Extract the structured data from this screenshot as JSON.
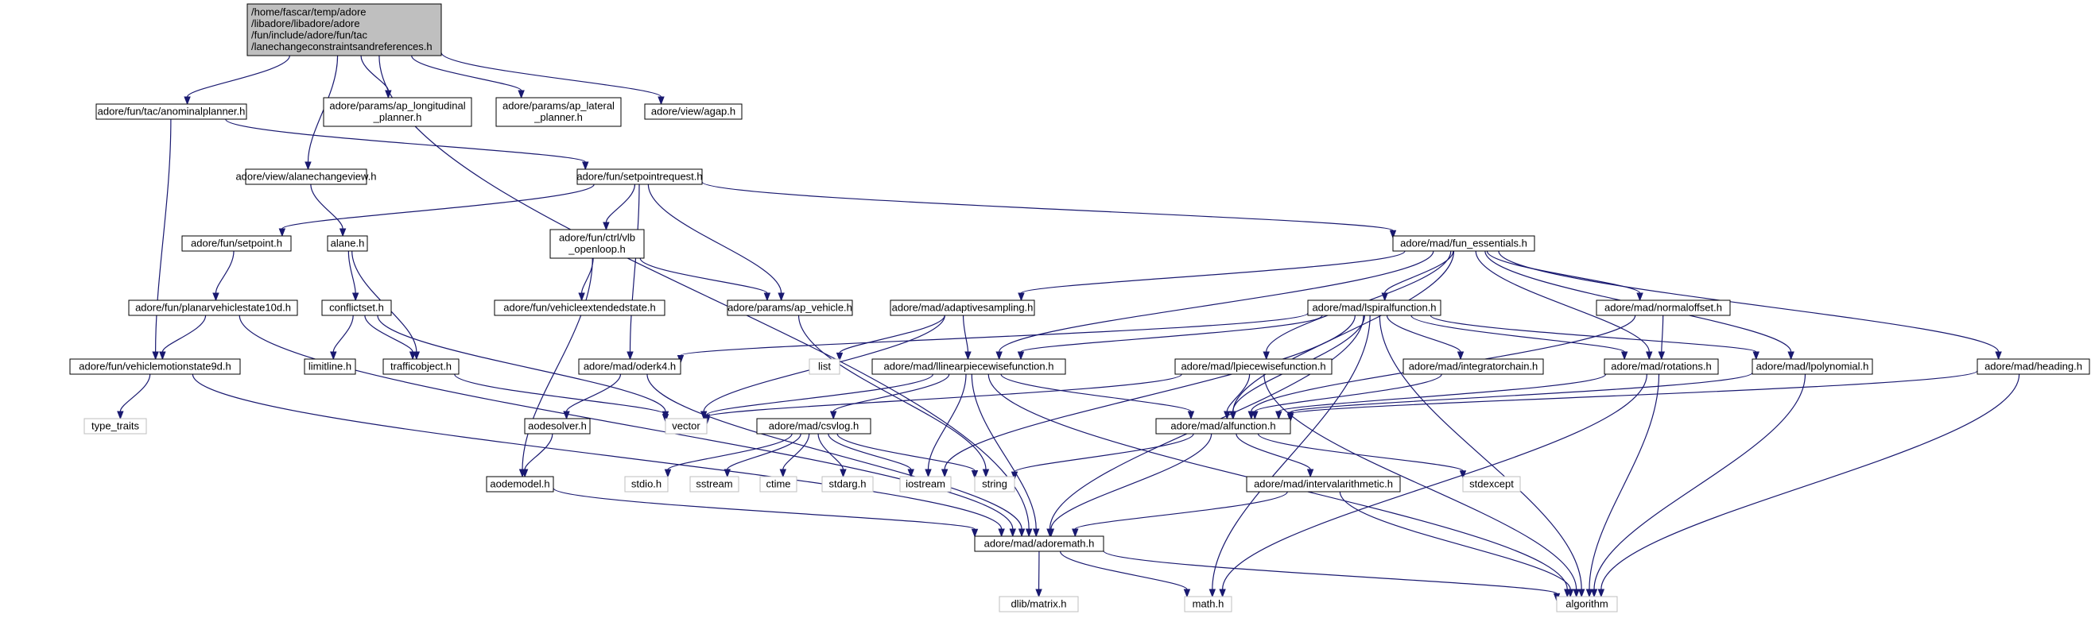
{
  "diagram": {
    "type": "include-dependency-graph",
    "colors": {
      "edge": "#191970",
      "root_fill": "#bfbfbf",
      "node_border": "#000000",
      "external_border": "#bfbfbf"
    },
    "nodes": [
      {
        "id": "root",
        "kind": "root",
        "lines": [
          "/home/fascar/temp/adore",
          "/libadore/libadore/adore",
          "/fun/include/adore/fun/tac",
          "/lanechangeconstraintsandreferences.h"
        ]
      },
      {
        "id": "anominalplanner",
        "kind": "file",
        "lines": [
          "adore/fun/tac/anominalplanner.h"
        ]
      },
      {
        "id": "ap_longitudinal",
        "kind": "file",
        "lines": [
          "adore/params/ap_longitudinal",
          "_planner.h"
        ]
      },
      {
        "id": "ap_lateral",
        "kind": "file",
        "lines": [
          "adore/params/ap_lateral",
          "_planner.h"
        ]
      },
      {
        "id": "agap",
        "kind": "file",
        "lines": [
          "adore/view/agap.h"
        ]
      },
      {
        "id": "alanechangeview",
        "kind": "file",
        "lines": [
          "adore/view/alanechangeview.h"
        ]
      },
      {
        "id": "setpointrequest",
        "kind": "file",
        "lines": [
          "adore/fun/setpointrequest.h"
        ]
      },
      {
        "id": "setpoint",
        "kind": "file",
        "lines": [
          "adore/fun/setpoint.h"
        ]
      },
      {
        "id": "alane",
        "kind": "file",
        "lines": [
          "alane.h"
        ]
      },
      {
        "id": "vlb_openloop",
        "kind": "file",
        "lines": [
          "adore/fun/ctrl/vlb",
          "_openloop.h"
        ]
      },
      {
        "id": "fun_essentials",
        "kind": "file",
        "lines": [
          "adore/mad/fun_essentials.h"
        ]
      },
      {
        "id": "planarvehiclestate10d",
        "kind": "file",
        "lines": [
          "adore/fun/planarvehiclestate10d.h"
        ]
      },
      {
        "id": "conflictset",
        "kind": "file",
        "lines": [
          "conflictset.h"
        ]
      },
      {
        "id": "vehicleextendedstate",
        "kind": "file",
        "lines": [
          "adore/fun/vehicleextendedstate.h"
        ]
      },
      {
        "id": "ap_vehicle",
        "kind": "file",
        "lines": [
          "adore/params/ap_vehicle.h"
        ]
      },
      {
        "id": "adaptivesampling",
        "kind": "file",
        "lines": [
          "adore/mad/adaptivesampling.h"
        ]
      },
      {
        "id": "lspiralfunction",
        "kind": "file",
        "lines": [
          "adore/mad/lspiralfunction.h"
        ]
      },
      {
        "id": "normaloffset",
        "kind": "file",
        "lines": [
          "adore/mad/normaloffset.h"
        ]
      },
      {
        "id": "vehiclemotionstate9d",
        "kind": "file",
        "lines": [
          "adore/fun/vehiclemotionstate9d.h"
        ]
      },
      {
        "id": "limitline",
        "kind": "file",
        "lines": [
          "limitline.h"
        ]
      },
      {
        "id": "trafficobject",
        "kind": "file",
        "lines": [
          "trafficobject.h"
        ]
      },
      {
        "id": "oderk4",
        "kind": "file",
        "lines": [
          "adore/mad/oderk4.h"
        ]
      },
      {
        "id": "list",
        "kind": "ext",
        "lines": [
          "list"
        ]
      },
      {
        "id": "llinearpiecewisefunction",
        "kind": "file",
        "lines": [
          "adore/mad/llinearpiecewisefunction.h"
        ]
      },
      {
        "id": "lpiecewisefunction",
        "kind": "file",
        "lines": [
          "adore/mad/lpiecewisefunction.h"
        ]
      },
      {
        "id": "integratorchain",
        "kind": "file",
        "lines": [
          "adore/mad/integratorchain.h"
        ]
      },
      {
        "id": "rotations",
        "kind": "file",
        "lines": [
          "adore/mad/rotations.h"
        ]
      },
      {
        "id": "lpolynomial",
        "kind": "file",
        "lines": [
          "adore/mad/lpolynomial.h"
        ]
      },
      {
        "id": "heading",
        "kind": "file",
        "lines": [
          "adore/mad/heading.h"
        ]
      },
      {
        "id": "type_traits",
        "kind": "ext",
        "lines": [
          "type_traits"
        ]
      },
      {
        "id": "vector",
        "kind": "ext",
        "lines": [
          "vector"
        ]
      },
      {
        "id": "aodesolver",
        "kind": "file",
        "lines": [
          "aodesolver.h"
        ]
      },
      {
        "id": "csvlog",
        "kind": "file",
        "lines": [
          "adore/mad/csvlog.h"
        ]
      },
      {
        "id": "alfunction",
        "kind": "file",
        "lines": [
          "adore/mad/alfunction.h"
        ]
      },
      {
        "id": "aodemodel",
        "kind": "file",
        "lines": [
          "aodemodel.h"
        ]
      },
      {
        "id": "stdio",
        "kind": "ext",
        "lines": [
          "stdio.h"
        ]
      },
      {
        "id": "sstream",
        "kind": "ext",
        "lines": [
          "sstream"
        ]
      },
      {
        "id": "ctime",
        "kind": "ext",
        "lines": [
          "ctime"
        ]
      },
      {
        "id": "stdarg",
        "kind": "ext",
        "lines": [
          "stdarg.h"
        ]
      },
      {
        "id": "iostream",
        "kind": "ext",
        "lines": [
          "iostream"
        ]
      },
      {
        "id": "string",
        "kind": "ext",
        "lines": [
          "string"
        ]
      },
      {
        "id": "intervalarithmetic",
        "kind": "file",
        "lines": [
          "adore/mad/intervalarithmetic.h"
        ]
      },
      {
        "id": "stdexcept",
        "kind": "ext",
        "lines": [
          "stdexcept"
        ]
      },
      {
        "id": "adoremath",
        "kind": "file",
        "lines": [
          "adore/mad/adoremath.h"
        ]
      },
      {
        "id": "dlib_matrix",
        "kind": "ext",
        "lines": [
          "dlib/matrix.h"
        ]
      },
      {
        "id": "math",
        "kind": "ext",
        "lines": [
          "math.h"
        ]
      },
      {
        "id": "algorithm",
        "kind": "ext",
        "lines": [
          "algorithm"
        ]
      }
    ],
    "edges": [
      [
        "root",
        "anominalplanner"
      ],
      [
        "root",
        "ap_longitudinal"
      ],
      [
        "root",
        "ap_lateral"
      ],
      [
        "root",
        "agap"
      ],
      [
        "root",
        "alanechangeview"
      ],
      [
        "root",
        "adoremath"
      ],
      [
        "anominalplanner",
        "setpointrequest"
      ],
      [
        "anominalplanner",
        "vehiclemotionstate9d"
      ],
      [
        "alanechangeview",
        "alane"
      ],
      [
        "setpointrequest",
        "setpoint"
      ],
      [
        "setpointrequest",
        "vlb_openloop"
      ],
      [
        "setpointrequest",
        "oderk4"
      ],
      [
        "setpointrequest",
        "ap_vehicle"
      ],
      [
        "setpointrequest",
        "fun_essentials"
      ],
      [
        "setpoint",
        "planarvehiclestate10d"
      ],
      [
        "planarvehiclestate10d",
        "vehiclemotionstate9d"
      ],
      [
        "planarvehiclestate10d",
        "adoremath"
      ],
      [
        "vehiclemotionstate9d",
        "type_traits"
      ],
      [
        "vehiclemotionstate9d",
        "adoremath"
      ],
      [
        "alane",
        "conflictset"
      ],
      [
        "alane",
        "trafficobject"
      ],
      [
        "conflictset",
        "limitline"
      ],
      [
        "conflictset",
        "trafficobject"
      ],
      [
        "conflictset",
        "vector"
      ],
      [
        "trafficobject",
        "vector"
      ],
      [
        "vlb_openloop",
        "vehicleextendedstate"
      ],
      [
        "vlb_openloop",
        "ap_vehicle"
      ],
      [
        "vlb_openloop",
        "aodemodel"
      ],
      [
        "ap_vehicle",
        "string"
      ],
      [
        "oderk4",
        "aodesolver"
      ],
      [
        "oderk4",
        "adoremath"
      ],
      [
        "aodesolver",
        "aodemodel"
      ],
      [
        "fun_essentials",
        "adaptivesampling"
      ],
      [
        "fun_essentials",
        "llinearpiecewisefunction"
      ],
      [
        "fun_essentials",
        "lspiralfunction"
      ],
      [
        "fun_essentials",
        "lpiecewisefunction"
      ],
      [
        "fun_essentials",
        "normaloffset"
      ],
      [
        "fun_essentials",
        "rotations"
      ],
      [
        "fun_essentials",
        "lpolynomial"
      ],
      [
        "fun_essentials",
        "heading"
      ],
      [
        "fun_essentials",
        "alfunction"
      ],
      [
        "adaptivesampling",
        "list"
      ],
      [
        "adaptivesampling",
        "vector"
      ],
      [
        "adaptivesampling",
        "llinearpiecewisefunction"
      ],
      [
        "lspiralfunction",
        "oderk4"
      ],
      [
        "lspiralfunction",
        "llinearpiecewisefunction"
      ],
      [
        "lspiralfunction",
        "iostream"
      ],
      [
        "lspiralfunction",
        "integratorchain"
      ],
      [
        "lspiralfunction",
        "rotations"
      ],
      [
        "lspiralfunction",
        "lpolynomial"
      ],
      [
        "lspiralfunction",
        "alfunction"
      ],
      [
        "lspiralfunction",
        "adoremath"
      ],
      [
        "lspiralfunction",
        "math"
      ],
      [
        "lspiralfunction",
        "algorithm"
      ],
      [
        "normaloffset",
        "rotations"
      ],
      [
        "normaloffset",
        "alfunction"
      ],
      [
        "llinearpiecewisefunction",
        "vector"
      ],
      [
        "llinearpiecewisefunction",
        "csvlog"
      ],
      [
        "llinearpiecewisefunction",
        "iostream"
      ],
      [
        "llinearpiecewisefunction",
        "alfunction"
      ],
      [
        "llinearpiecewisefunction",
        "adoremath"
      ],
      [
        "llinearpiecewisefunction",
        "algorithm"
      ],
      [
        "lpiecewisefunction",
        "vector"
      ],
      [
        "lpiecewisefunction",
        "alfunction"
      ],
      [
        "lpiecewisefunction",
        "algorithm"
      ],
      [
        "integratorchain",
        "alfunction"
      ],
      [
        "rotations",
        "alfunction"
      ],
      [
        "rotations",
        "math"
      ],
      [
        "rotations",
        "algorithm"
      ],
      [
        "lpolynomial",
        "alfunction"
      ],
      [
        "lpolynomial",
        "algorithm"
      ],
      [
        "heading",
        "alfunction"
      ],
      [
        "heading",
        "algorithm"
      ],
      [
        "csvlog",
        "stdio"
      ],
      [
        "csvlog",
        "sstream"
      ],
      [
        "csvlog",
        "ctime"
      ],
      [
        "csvlog",
        "stdarg"
      ],
      [
        "csvlog",
        "iostream"
      ],
      [
        "csvlog",
        "string"
      ],
      [
        "alfunction",
        "string"
      ],
      [
        "alfunction",
        "stdexcept"
      ],
      [
        "alfunction",
        "intervalarithmetic"
      ],
      [
        "alfunction",
        "adoremath"
      ],
      [
        "intervalarithmetic",
        "adoremath"
      ],
      [
        "intervalarithmetic",
        "algorithm"
      ],
      [
        "aodemodel",
        "adoremath"
      ],
      [
        "adoremath",
        "dlib_matrix"
      ],
      [
        "adoremath",
        "math"
      ],
      [
        "adoremath",
        "algorithm"
      ]
    ]
  }
}
